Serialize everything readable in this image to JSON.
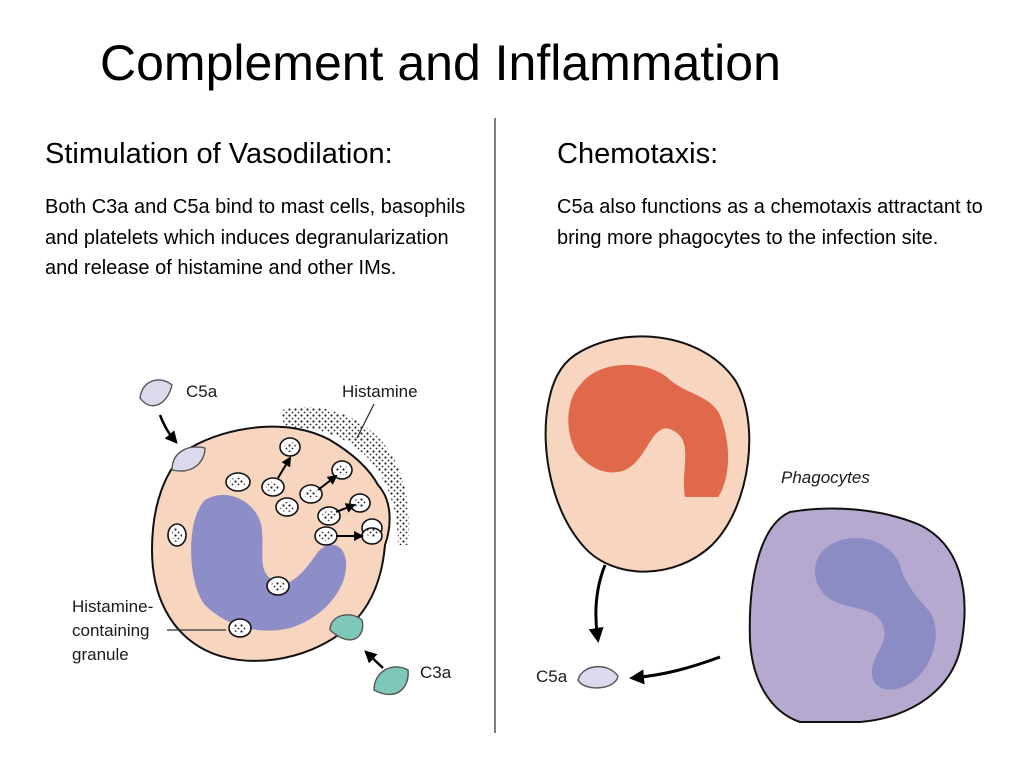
{
  "slide": {
    "title": "Complement and Inflammation"
  },
  "left": {
    "heading": "Stimulation of Vasodilation:",
    "text": "Both C3a and C5a bind to mast cells, basophils and platelets which induces degranularization and release of histamine and other IMs."
  },
  "right": {
    "heading": "Chemotaxis:",
    "text": "C5a also functions as a chemotaxis attractant to bring more phagocytes to the infection site."
  },
  "figure_left": {
    "label_c5a": "C5a",
    "label_histamine": "Histamine",
    "label_granule_1": "Histamine-",
    "label_granule_2": "containing",
    "label_granule_3": "granule",
    "label_c3a": "C3a"
  },
  "figure_right": {
    "label_phagocytes": "Phagocytes",
    "label_c5a": "C5a"
  },
  "colors": {
    "cell_fill": "#f7d5bf",
    "nucleus": "#8d8ec8",
    "c5a": "#ddd9ec",
    "c3a": "#7ec8ba",
    "neutrophil_nucleus": "#e0694c",
    "phagocyte_fill": "#b6a9d0",
    "phagocyte_nucleus": "#8c8cc4"
  }
}
